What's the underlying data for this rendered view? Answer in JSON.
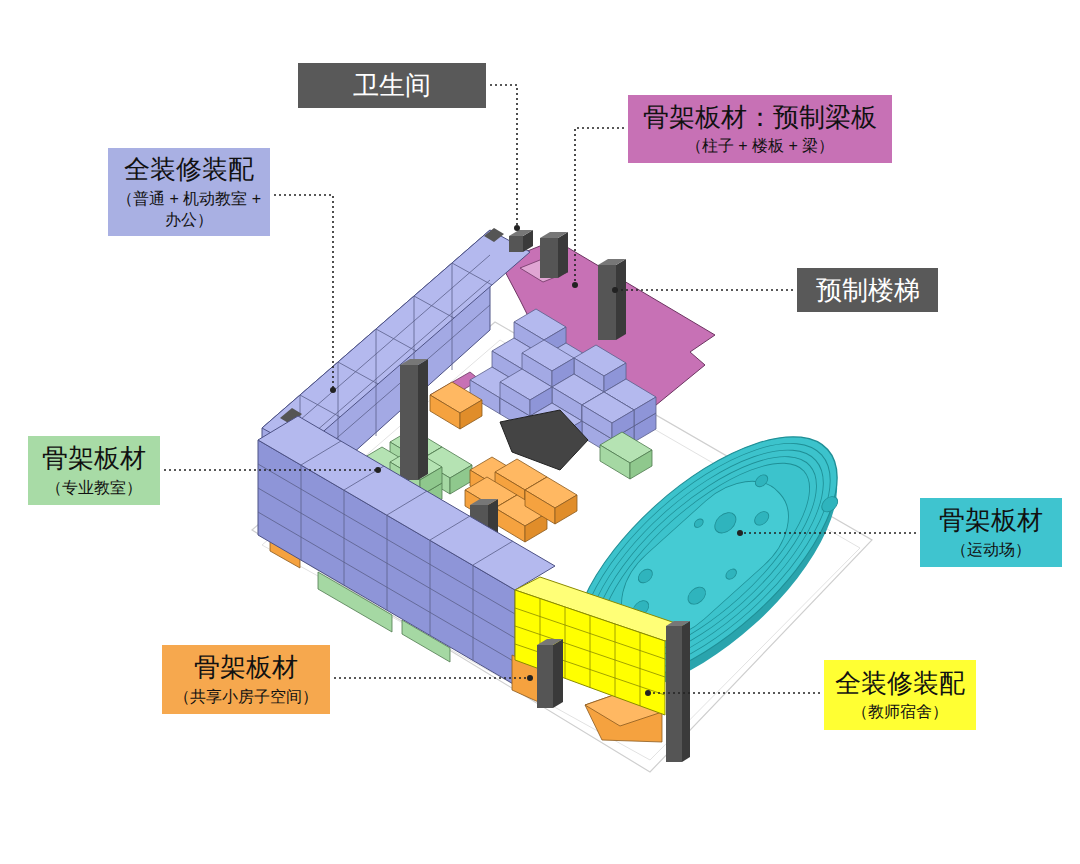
{
  "diagram": {
    "nodes": [
      {
        "text": [
          "卫生间"
        ]
      },
      {
        "text": [
          "骨架板材：预制梁板",
          "（柱子 + 楼板 + 梁）"
        ]
      },
      {
        "text": [
          "全装修装配",
          "（普通 + 机动教室 + 办公）"
        ]
      },
      {
        "text": [
          "预制楼梯"
        ]
      },
      {
        "text": [
          "骨架板材",
          "（专业教室）"
        ]
      },
      {
        "text": [
          "骨架板材",
          "（运动场）"
        ]
      },
      {
        "text": [
          "骨架板材",
          "（共享小房子空间）"
        ]
      },
      {
        "text": [
          "全装修装配",
          "（教师宿舍）"
        ]
      }
    ]
  }
}
